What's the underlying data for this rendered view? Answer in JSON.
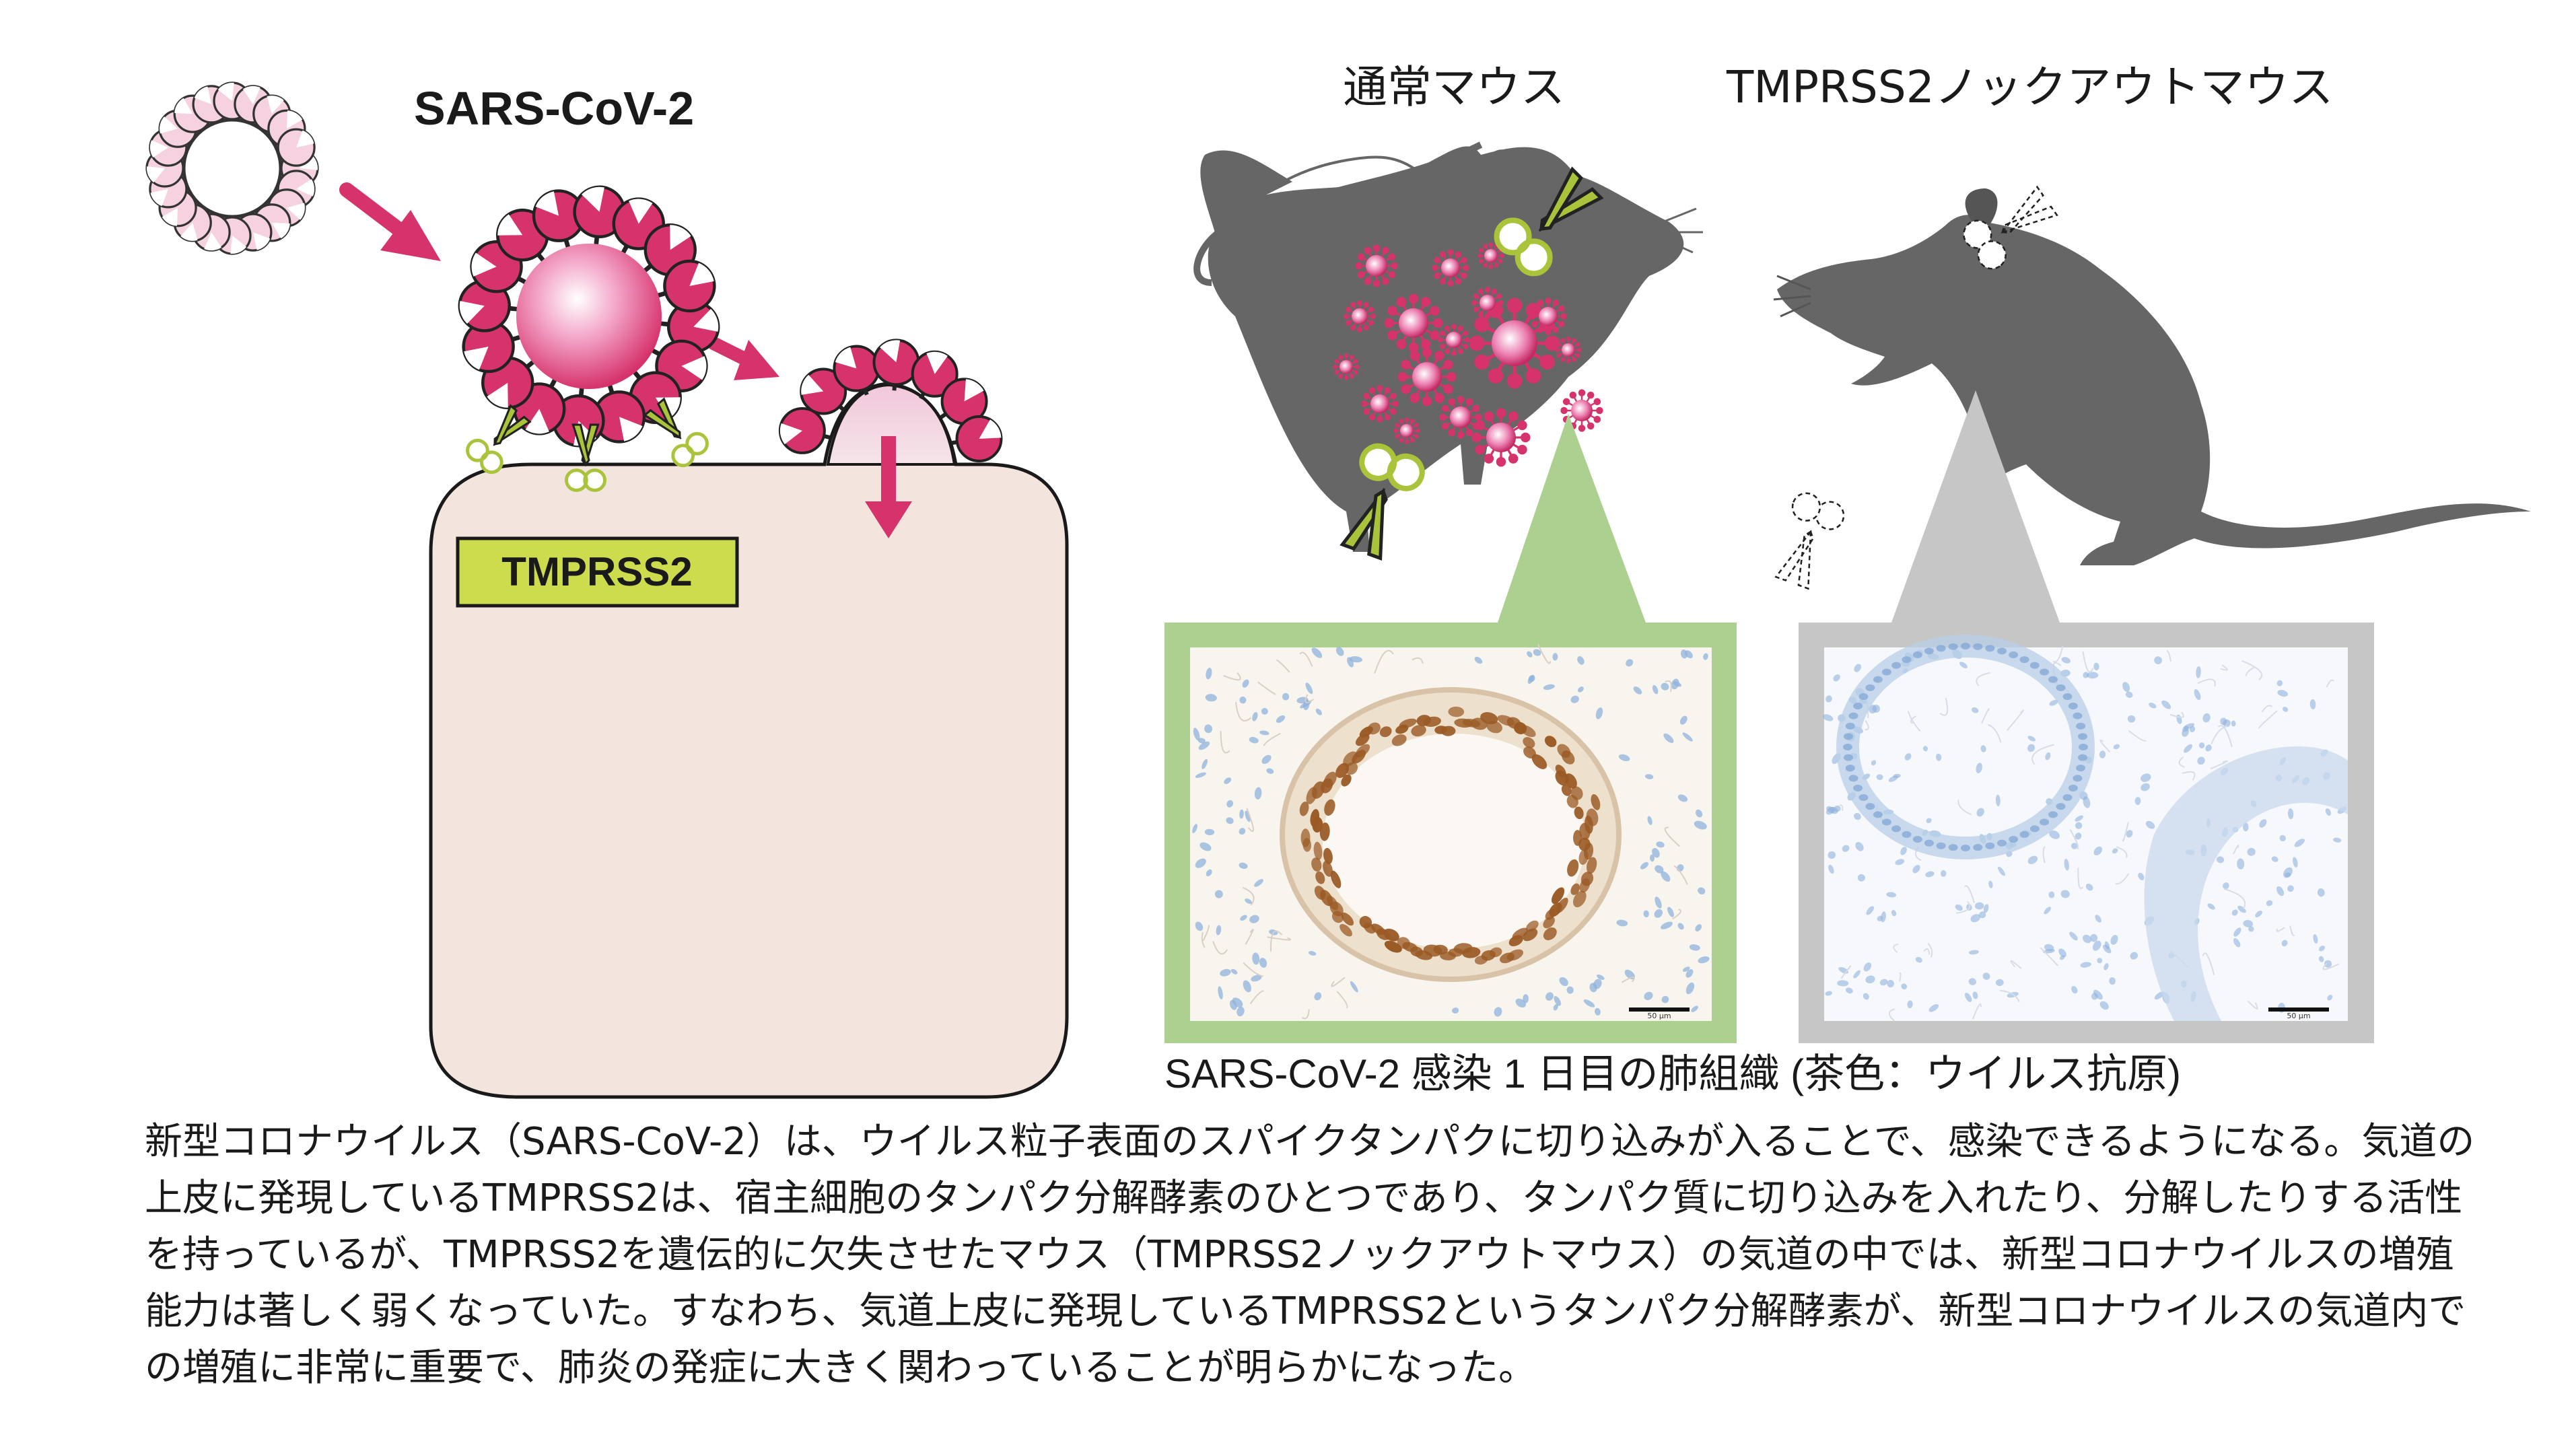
{
  "labels": {
    "virus_name": "SARS-CoV-2",
    "enzyme_label": "TMPRSS2",
    "normal_mouse": "通常マウス",
    "knockout_mouse": "TMPRSS2ノックアウトマウス",
    "tissue_caption": "SARS-CoV-2 感染 1 日目の肺組織 (茶色：ウイルス抗原)",
    "scale_bar_left": "50 μm",
    "scale_bar_right": "50 μm"
  },
  "body_text": "新型コロナウイルス（SARS-CoV-2）は、ウイルス粒子表面のスパイクタンパクに切り込みが入ることで、感染できるようになる。気道の上皮に発現しているTMPRSS2は、宿主細胞のタンパク分解酵素のひとつであり、タンパク質に切り込みを入れたり、分解したりする活性を持っているが、TMPRSS2を遺伝的に欠失させたマウス（TMPRSS2ノックアウトマウス）の気道の中では、新型コロナウイルスの増殖能力は著しく弱くなっていた。すなわち、気道上皮に発現しているTMPRSS2というタンパク分解酵素が、新型コロナウイルスの気道内での増殖に非常に重要で、肺炎の発症に大きく関わっていることが明らかになった。",
  "colors": {
    "spike": "#d6336c",
    "virus_core": "#e86aa5",
    "virus_light": "#f6d2e0",
    "cell_fill": "#f3e4dd",
    "enzyme_fill": "#cddc4c",
    "scissors_green": "#a9c43a",
    "mouse_gray": "#666666",
    "frame_green": "#acd090",
    "frame_gray": "#c6c6c6",
    "stain_brown": "#9a5a25",
    "nucleus_blue": "#8fb2dc"
  }
}
